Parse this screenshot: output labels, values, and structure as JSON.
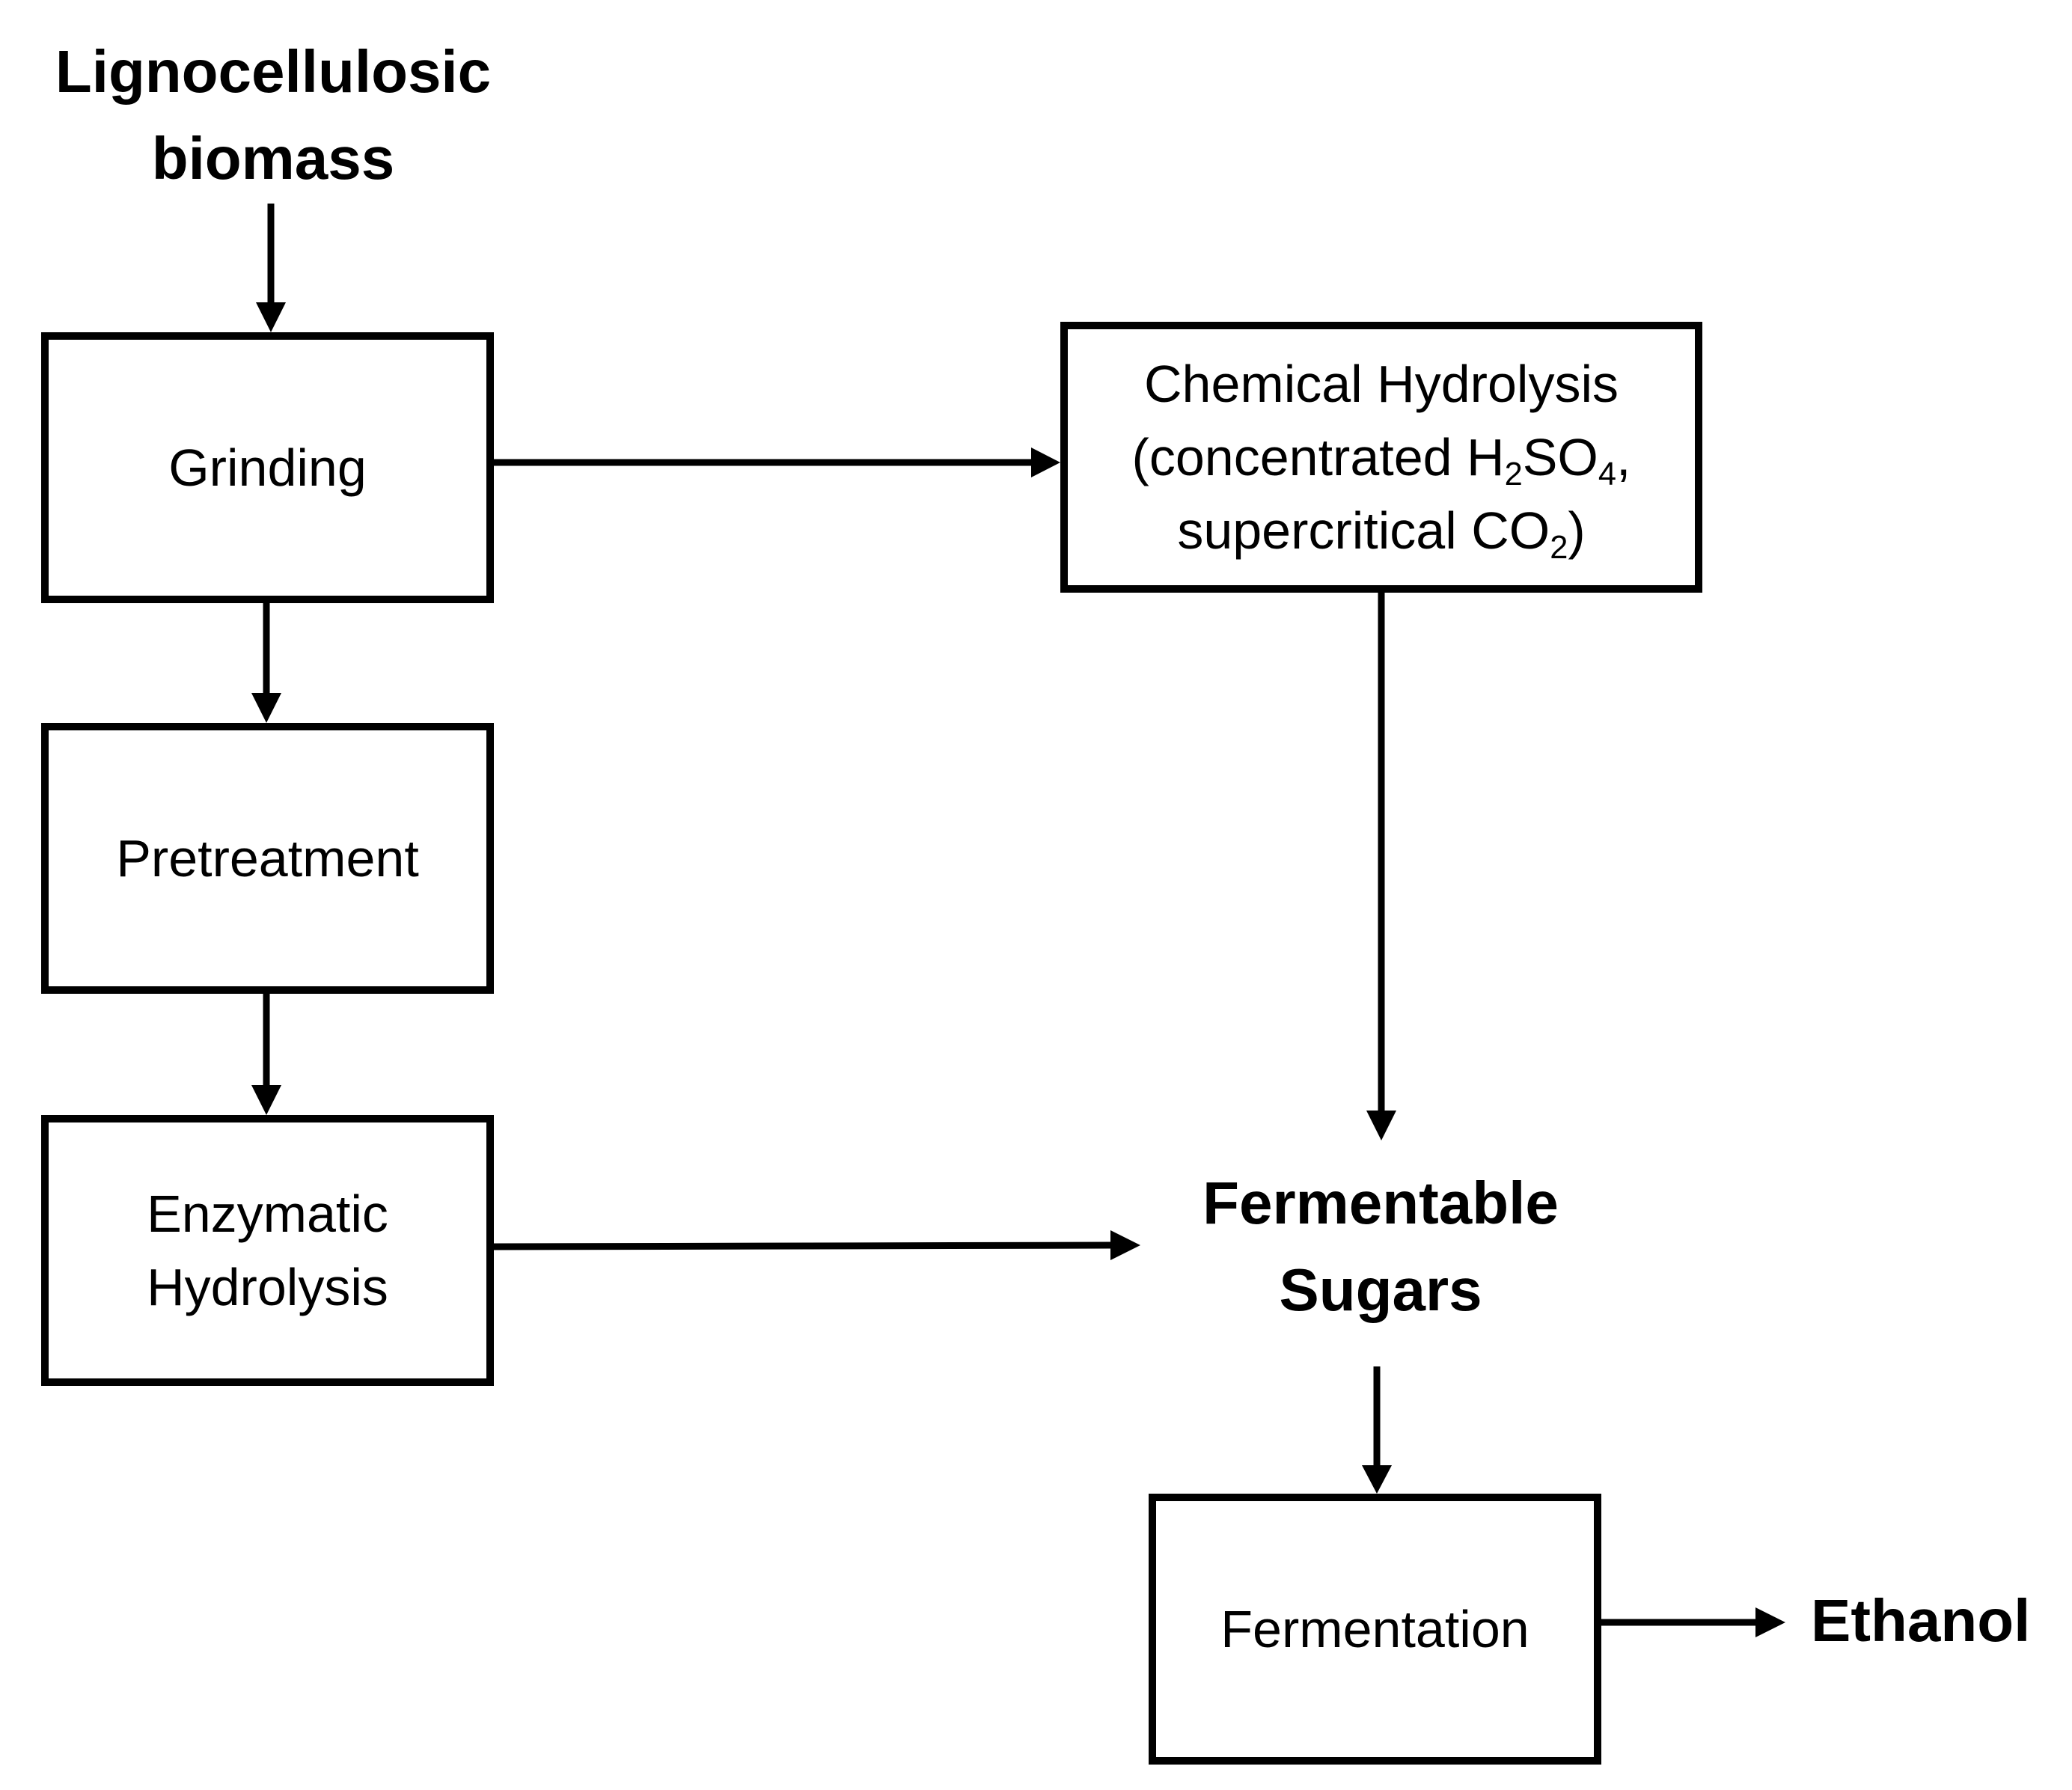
{
  "diagram": {
    "input_label": {
      "line1": "Lignocellulosic",
      "line2": "biomass"
    },
    "boxes": {
      "grinding": "Grinding",
      "pretreatment": "Pretreatment",
      "enzymatic_hydrolysis": {
        "line1": "Enzymatic",
        "line2": "Hydrolysis"
      },
      "chemical_hydrolysis": {
        "line1": "Chemical Hydrolysis",
        "line2_pre": "(concentrated H",
        "line2_sub1": "2",
        "line2_mid": "SO",
        "line2_sub2": "4",
        "line2_post": ",",
        "line3_pre": "supercritical CO",
        "line3_sub": "2",
        "line3_post": ")"
      },
      "fermentation": "Fermentation"
    },
    "intermediate_label": {
      "line1": "Fermentable",
      "line2": "Sugars"
    },
    "output_label": "Ethanol",
    "colors": {
      "stroke": "#000000",
      "background": "#ffffff"
    }
  }
}
